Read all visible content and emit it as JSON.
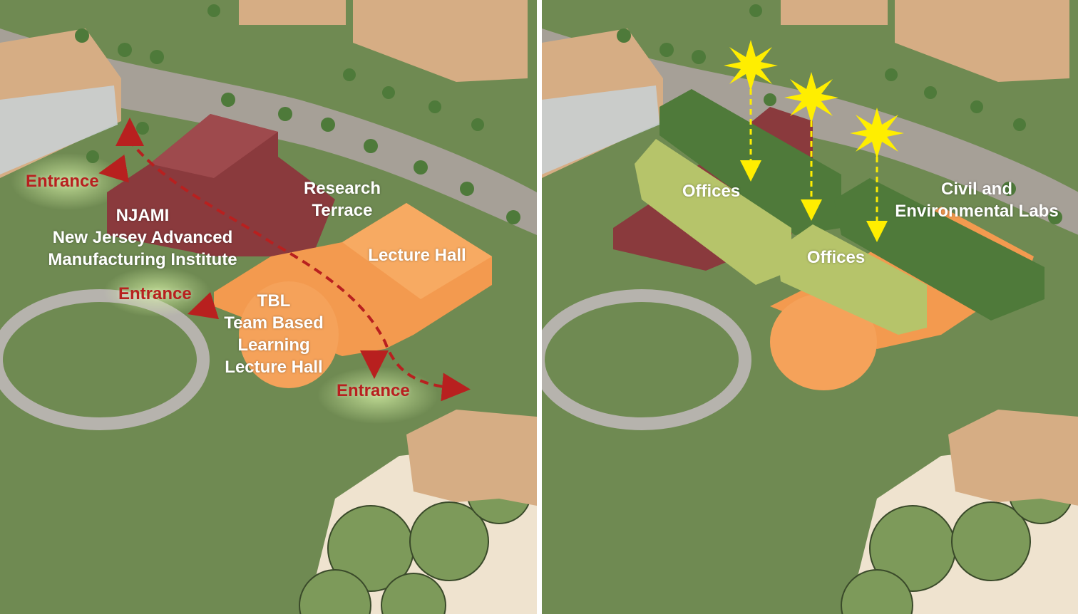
{
  "left_panel": {
    "labels": {
      "njami": [
        "NJAMI",
        "New Jersey Advanced",
        "Manufacturing Institute"
      ],
      "research_terrace": [
        "Research",
        "Terrace"
      ],
      "lecture_hall": "Lecture Hall",
      "tbl": [
        "TBL",
        "Team Based",
        "Learning",
        "Lecture Hall"
      ]
    },
    "entrances": [
      "Entrance",
      "Entrance",
      "Entrance"
    ]
  },
  "right_panel": {
    "labels": {
      "offices_1": "Offices",
      "offices_2": "Offices",
      "civil_labs": [
        "Civil and",
        "Environmental Labs"
      ]
    },
    "sun_icons": 3
  },
  "colors": {
    "ground": "#6f8a52",
    "maroon": "#8a3a3d",
    "orange": "#f39a4f",
    "light_green": "#b6c46a",
    "dark_green": "#4f7a3a",
    "road": "#a6a097",
    "wood": "#d6ad84",
    "entrance_red": "#b8201f",
    "sun_yellow": "#ffee00"
  }
}
